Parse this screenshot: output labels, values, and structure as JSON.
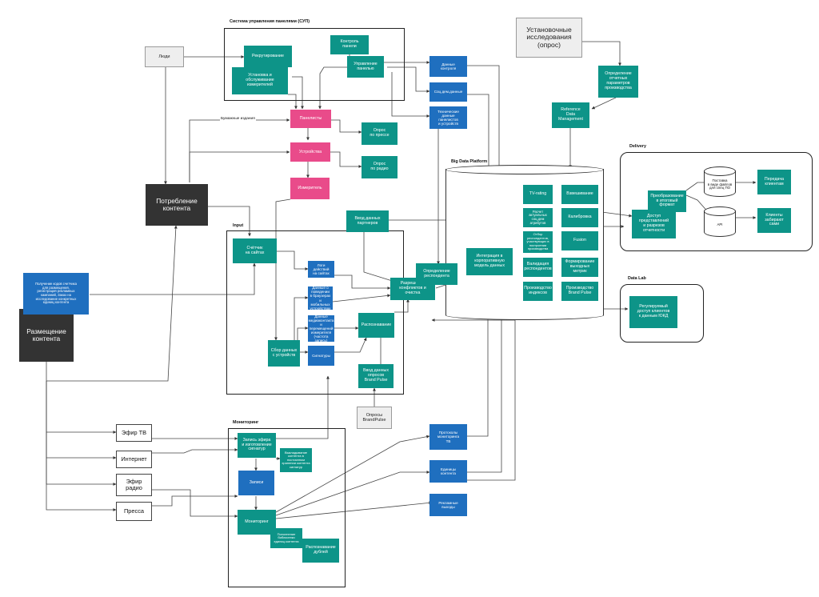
{
  "groups": {
    "sup": "Система управления панелями (СУП)",
    "big_data": "Big Data Platform",
    "delivery": "Delivery",
    "input": "Input",
    "data_lab": "Data Lab",
    "monitoring": "Мониторинг"
  },
  "nodes": {
    "people": "Люди",
    "recruiting": "Рекрутирование",
    "install_service": "Установка и\nобслуживание\nизмерителей",
    "panel_control": "Контроль\nпанели",
    "panel_management": "Управление\nпанелью",
    "paper_editions": "Бумажные издания",
    "panelists": "Панелисты",
    "devices": "Устройства",
    "meter": "Измеритель",
    "press_survey": "Опрос\nпо прессе",
    "radio_survey": "Опрос\nпо радио",
    "control_data": "Данные\nконтроля",
    "socdem_data": "Соц.дем.данные",
    "tech_data": "Технические\nданные\nпанелистов\nи устройств",
    "baseline_research": "Установочные\nисследования\n(опрос)",
    "define_params": "Определение\nотчетных\nпараметров\nпроизводства",
    "reference_data": "Reference\nData\nManagement",
    "content_consumption": "Потребление\nконтента",
    "content_placement": "Размещение\nконтента",
    "tag_receiving": "Получение кодов счетчика\nдля размещения,\nрегистрация рекламных\nкампаний, Заказ на\nисследование конкретных\nединиц контента",
    "site_counter": "Счётчик\nна сайтах",
    "site_action_logs": "Логи действий\nна сайтах",
    "browser_app_data": "Данные о поведении\nв браузерах и\nмобильных\nустройствах",
    "media_contact_data": "Данные\nмедиаконтакта\nи перемещений\nизмерителя (частота\nзапись)",
    "signatures": "Сигнатуры",
    "device_data_collection": "Сбор данных\nс устройств",
    "partner_data_input": "Ввод данных\nпартнеров",
    "conflict_resolution": "Разрешение\nконфликтов и\nочистка",
    "recognition": "Распознавание",
    "respondent_determination": "Определение\nреспондента",
    "brand_pulse_input": "Ввод данных\nопросов\nBrand Pulse",
    "brand_pulse_surveys": "Опросы\nBrandPulse",
    "integration": "Интеграция в\nкорпоративную\nмодель данных",
    "tv_rating": "TV-rating",
    "weighting": "Взвешивание",
    "attr_calc": "Расчет актуальных\nсоц.дем атрибутов",
    "respondent_selection": "Отбор респондентов,\nучаствующих в\nпостроении\nпроизводства",
    "calibration": "Калибровка",
    "fusion": "Fusion",
    "respondent_validation": "Валидация\nреспондентов",
    "output_metrics": "Формирование\nвыходных\nметрик",
    "index_production": "Производство\nиндексов",
    "brand_pulse_production": "Производство\nBrand Pulse",
    "report_access": "Доступ\nпредставлений\nи разрезов\nотчетности",
    "final_format": "Преобразование\nв итоговый\nформат",
    "file_delivery_db": "Поставка\nв виде файлов\nдля спец ПО",
    "api": "API",
    "client_transfer": "Передача\nклиентам",
    "client_self_pick": "Клиенты\nзабирают\nсами",
    "regulated_access": "Регулируемый\nдоступ клиентов\nк данным ЮКД",
    "tv_air": "Эфир ТВ",
    "internet": "Интернет",
    "radio_air": "Эфир\nрадио",
    "press": "Пресса",
    "record_air": "Запись эфира\nи изготовление\nсигнатур",
    "content_markup": "Выкладывание\nконтента в постоянном\nхранении контента\nсигнатур",
    "records": "Записи",
    "monitoring_node": "Мониторинг",
    "ad_database_formation": "Пополнение\nбиблиотеки\nединиц контента",
    "recognition_dubbing": "Распознавание\nдублей",
    "tv_monitoring_protocols": "Протоколы\nмониторинга\nТВ",
    "content_units": "Единицы\nконтента",
    "ad_outputs": "Рекламные\nвыходы"
  }
}
